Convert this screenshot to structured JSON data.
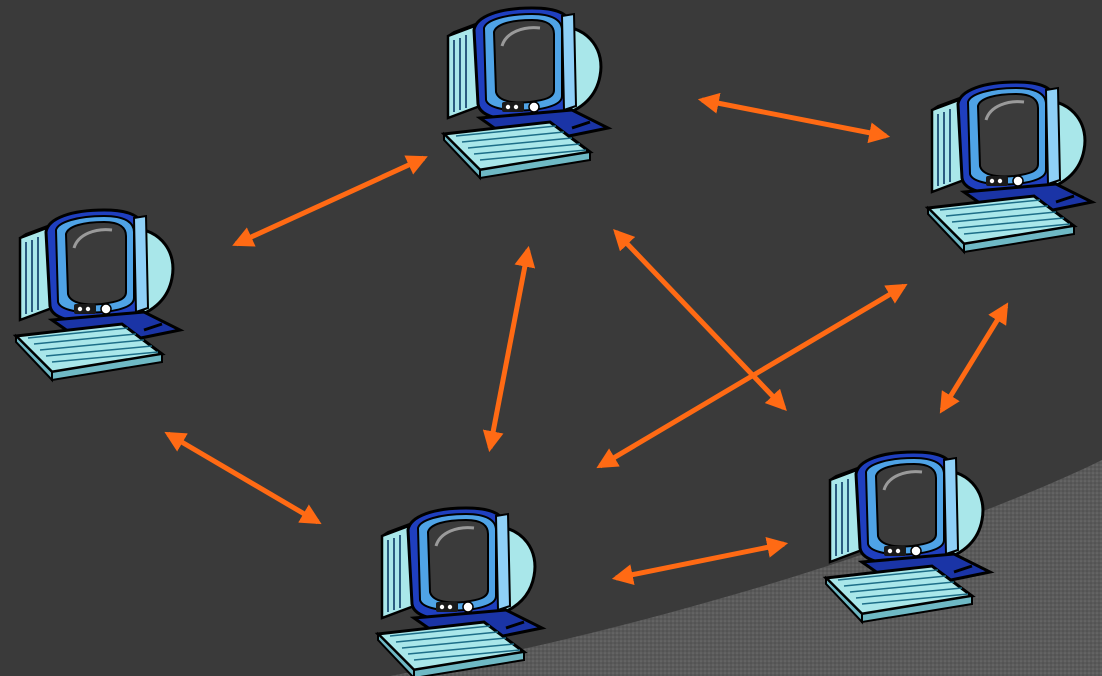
{
  "diagram": {
    "colors": {
      "background": "#3a3a3a",
      "corner": "#5c5c5c",
      "arrow": "#ff6a14",
      "monitor_bezel": "#1f3fbf",
      "screen_frame": "#4fa3e6",
      "screen": "#3b3b3b",
      "case": "#a9e7ea",
      "keyboard": "#a9e7ea",
      "base": "#1a34a6",
      "outline": "#000000"
    },
    "nodes": [
      {
        "id": "node-top",
        "icon": "desktop-computer-icon"
      },
      {
        "id": "node-left",
        "icon": "desktop-computer-icon"
      },
      {
        "id": "node-right",
        "icon": "desktop-computer-icon"
      },
      {
        "id": "node-bottom",
        "icon": "desktop-computer-icon"
      },
      {
        "id": "node-bottom-right",
        "icon": "desktop-computer-icon"
      }
    ],
    "links": [
      {
        "from": "node-left",
        "to": "node-top",
        "direction": "both"
      },
      {
        "from": "node-top",
        "to": "node-right",
        "direction": "both"
      },
      {
        "from": "node-top",
        "to": "node-bottom",
        "direction": "both"
      },
      {
        "from": "node-top",
        "to": "node-bottom-right",
        "direction": "both"
      },
      {
        "from": "node-right",
        "to": "node-bottom",
        "direction": "both"
      },
      {
        "from": "node-right",
        "to": "node-bottom-right",
        "direction": "both"
      },
      {
        "from": "node-left",
        "to": "node-bottom",
        "direction": "both"
      },
      {
        "from": "node-bottom",
        "to": "node-bottom-right",
        "direction": "both"
      }
    ]
  }
}
